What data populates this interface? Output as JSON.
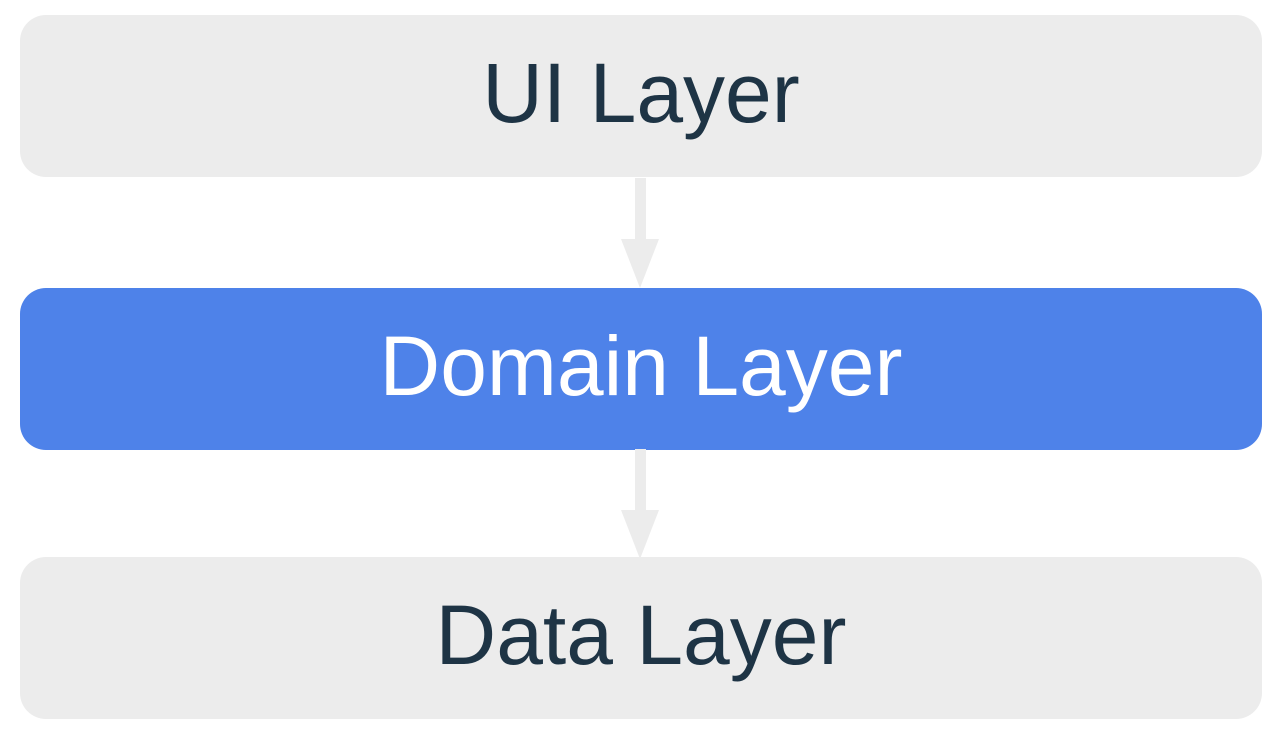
{
  "diagram": {
    "layers": [
      {
        "label": "UI Layer",
        "variant": "default"
      },
      {
        "label": "Domain Layer",
        "variant": "highlight"
      },
      {
        "label": "Data Layer",
        "variant": "default"
      }
    ],
    "colors": {
      "background": "#FFFFFF",
      "box_default_bg": "#ECECEC",
      "box_default_text": "#1E3445",
      "box_highlight_bg": "#4E82E9",
      "box_highlight_text": "#FFFFFF",
      "arrow": "#ECECEC"
    }
  }
}
